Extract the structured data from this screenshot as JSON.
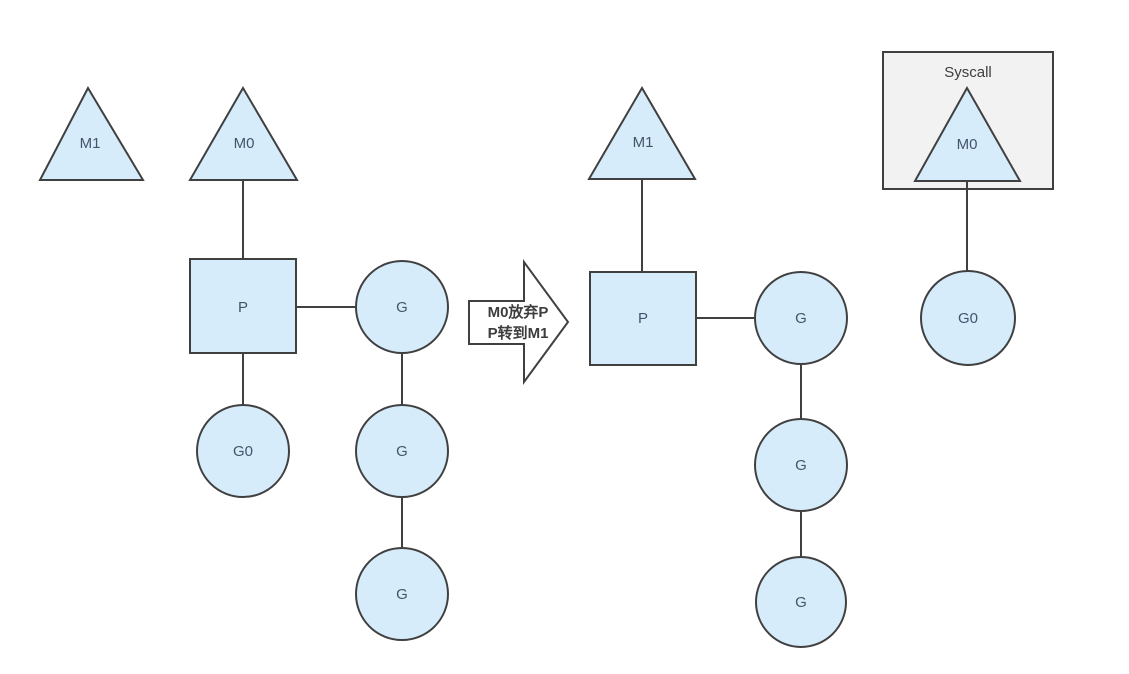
{
  "colors": {
    "background": "#ffffff",
    "node_fill": "#d6ecfb",
    "node_stroke": "#404040",
    "label_color": "#44546b",
    "syscall_fill": "#f2f2f2",
    "syscall_text_color": "#3d3d3d",
    "arrow_fill": "#ffffff",
    "arrow_text_color": "#3d3d3d"
  },
  "before": {
    "idle_thread": "M1",
    "running_thread": "M0",
    "processor": "P",
    "g0": "G0",
    "running_g": "G",
    "queued_g1": "G",
    "queued_g2": "G"
  },
  "transition": {
    "line1": "M0放弃P",
    "line2": "P转到M1"
  },
  "after": {
    "running_thread": "M1",
    "processor": "P",
    "running_g": "G",
    "queued_g1": "G",
    "queued_g2": "G"
  },
  "syscall": {
    "title": "Syscall",
    "thread": "M0",
    "g0": "G0"
  }
}
